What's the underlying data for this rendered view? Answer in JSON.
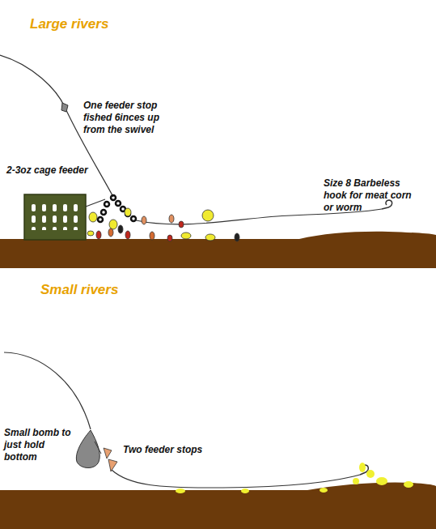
{
  "diagram": {
    "labels": [
      "Large rivers",
      "One feeder stop fished 6inces up from the swivel",
      "2-3oz cage feeder",
      "Size 8 Barbeless hook for meat corn or worm",
      "Small rivers",
      "Small bomb to just hold bottom",
      "Two feeder stops"
    ]
  }
}
